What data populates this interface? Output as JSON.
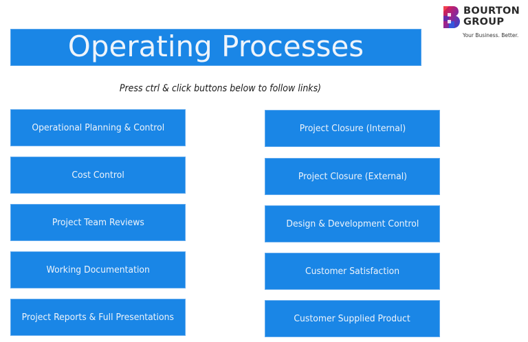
{
  "header": {
    "title": "Operating Processes",
    "instruction": "Press ctrl & click buttons below to follow links)"
  },
  "logo": {
    "name_line1": "BOURTON",
    "name_line2": "GROUP",
    "tagline": "Your Business. Better.",
    "icon": "bourton-b-logo-icon"
  },
  "buttons": {
    "left": [
      {
        "label": "Operational Planning & Control"
      },
      {
        "label": "Cost Control"
      },
      {
        "label": "Project Team Reviews"
      },
      {
        "label": "Working Documentation"
      },
      {
        "label": "Project Reports & Full Presentations"
      }
    ],
    "right": [
      {
        "label": "Project Closure (Internal)"
      },
      {
        "label": "Project Closure (External)"
      },
      {
        "label": "Design & Development Control"
      },
      {
        "label": "Customer Satisfaction"
      },
      {
        "label": "Customer Supplied Product"
      }
    ]
  },
  "colors": {
    "button_blue": "#1a86e6",
    "button_text": "#eef4fb",
    "logo_red": "#e0203c",
    "logo_purple": "#7a2a9a",
    "logo_blue": "#2a4fd8"
  }
}
